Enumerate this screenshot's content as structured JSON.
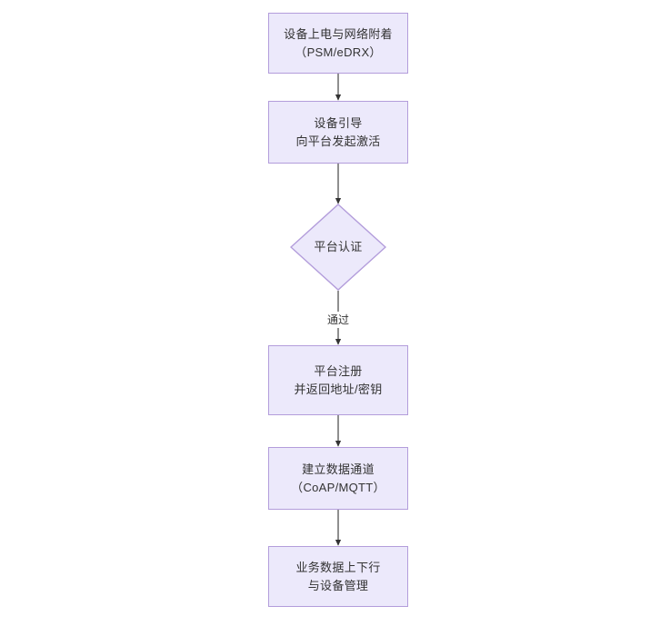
{
  "diagram": {
    "type": "flowchart",
    "orientation": "top-to-bottom",
    "background_color": "#ffffff",
    "node_fill_color": "#ece9fb",
    "node_border_color": "#b39ddb",
    "text_color": "#333333",
    "edge_color": "#333333",
    "nodes": [
      {
        "id": "n1",
        "shape": "rectangle",
        "lines": [
          "设备上电与网络附着",
          "（PSM/eDRX）"
        ]
      },
      {
        "id": "n2",
        "shape": "rectangle",
        "lines": [
          "设备引导",
          "向平台发起激活"
        ]
      },
      {
        "id": "n3",
        "shape": "diamond",
        "lines": [
          "平台认证"
        ]
      },
      {
        "id": "n4",
        "shape": "rectangle",
        "lines": [
          "平台注册",
          "并返回地址/密钥"
        ]
      },
      {
        "id": "n5",
        "shape": "rectangle",
        "lines": [
          "建立数据通道",
          "（CoAP/MQTT）"
        ]
      },
      {
        "id": "n6",
        "shape": "rectangle",
        "lines": [
          "业务数据上下行",
          "与设备管理"
        ]
      }
    ],
    "edges": [
      {
        "from": "n1",
        "to": "n2",
        "label": ""
      },
      {
        "from": "n2",
        "to": "n3",
        "label": ""
      },
      {
        "from": "n3",
        "to": "n4",
        "label": "通过"
      },
      {
        "from": "n4",
        "to": "n5",
        "label": ""
      },
      {
        "from": "n5",
        "to": "n6",
        "label": ""
      }
    ]
  }
}
